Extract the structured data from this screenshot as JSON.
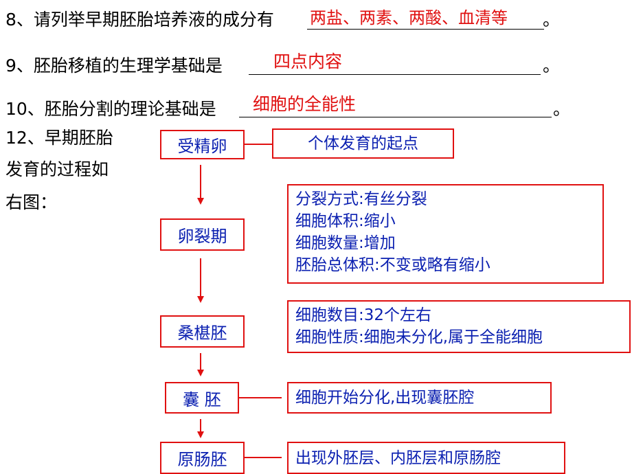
{
  "questions": {
    "q8": {
      "prefix": "8、请列举早期胚胎培养液的成分有",
      "answer": "两盐、两素、两酸、血清等",
      "suffix": "。"
    },
    "q9": {
      "prefix": "9、胚胎移植的生理学基础是",
      "answer": "四点内容",
      "suffix": "。"
    },
    "q10": {
      "prefix": "10、胚胎分割的理论基础是",
      "answer": "细胞的全能性",
      "suffix": "。"
    },
    "q12": {
      "line1": "12、早期胚胎",
      "line2": "发育的过程如",
      "line3": "右图："
    }
  },
  "stages": [
    {
      "label": "受精卵",
      "info": [
        "个体发育的起点"
      ]
    },
    {
      "label": "卵裂期",
      "info": [
        "分裂方式:有丝分裂",
        "细胞体积:缩小",
        "细胞数量:增加",
        "胚胎总体积:不变或略有缩小"
      ]
    },
    {
      "label": "桑椹胚",
      "info": [
        "细胞数目:32个左右",
        "细胞性质:细胞未分化,属于全能细胞"
      ]
    },
    {
      "label": "囊 胚",
      "info": [
        "细胞开始分化,出现囊胚腔"
      ]
    },
    {
      "label": "原肠胚",
      "info": [
        "出现外胚层、内胚层和原肠腔"
      ]
    }
  ],
  "colors": {
    "box_border": "#e01010",
    "box_text": "#0a1fb0",
    "answer_text": "#e01010"
  }
}
